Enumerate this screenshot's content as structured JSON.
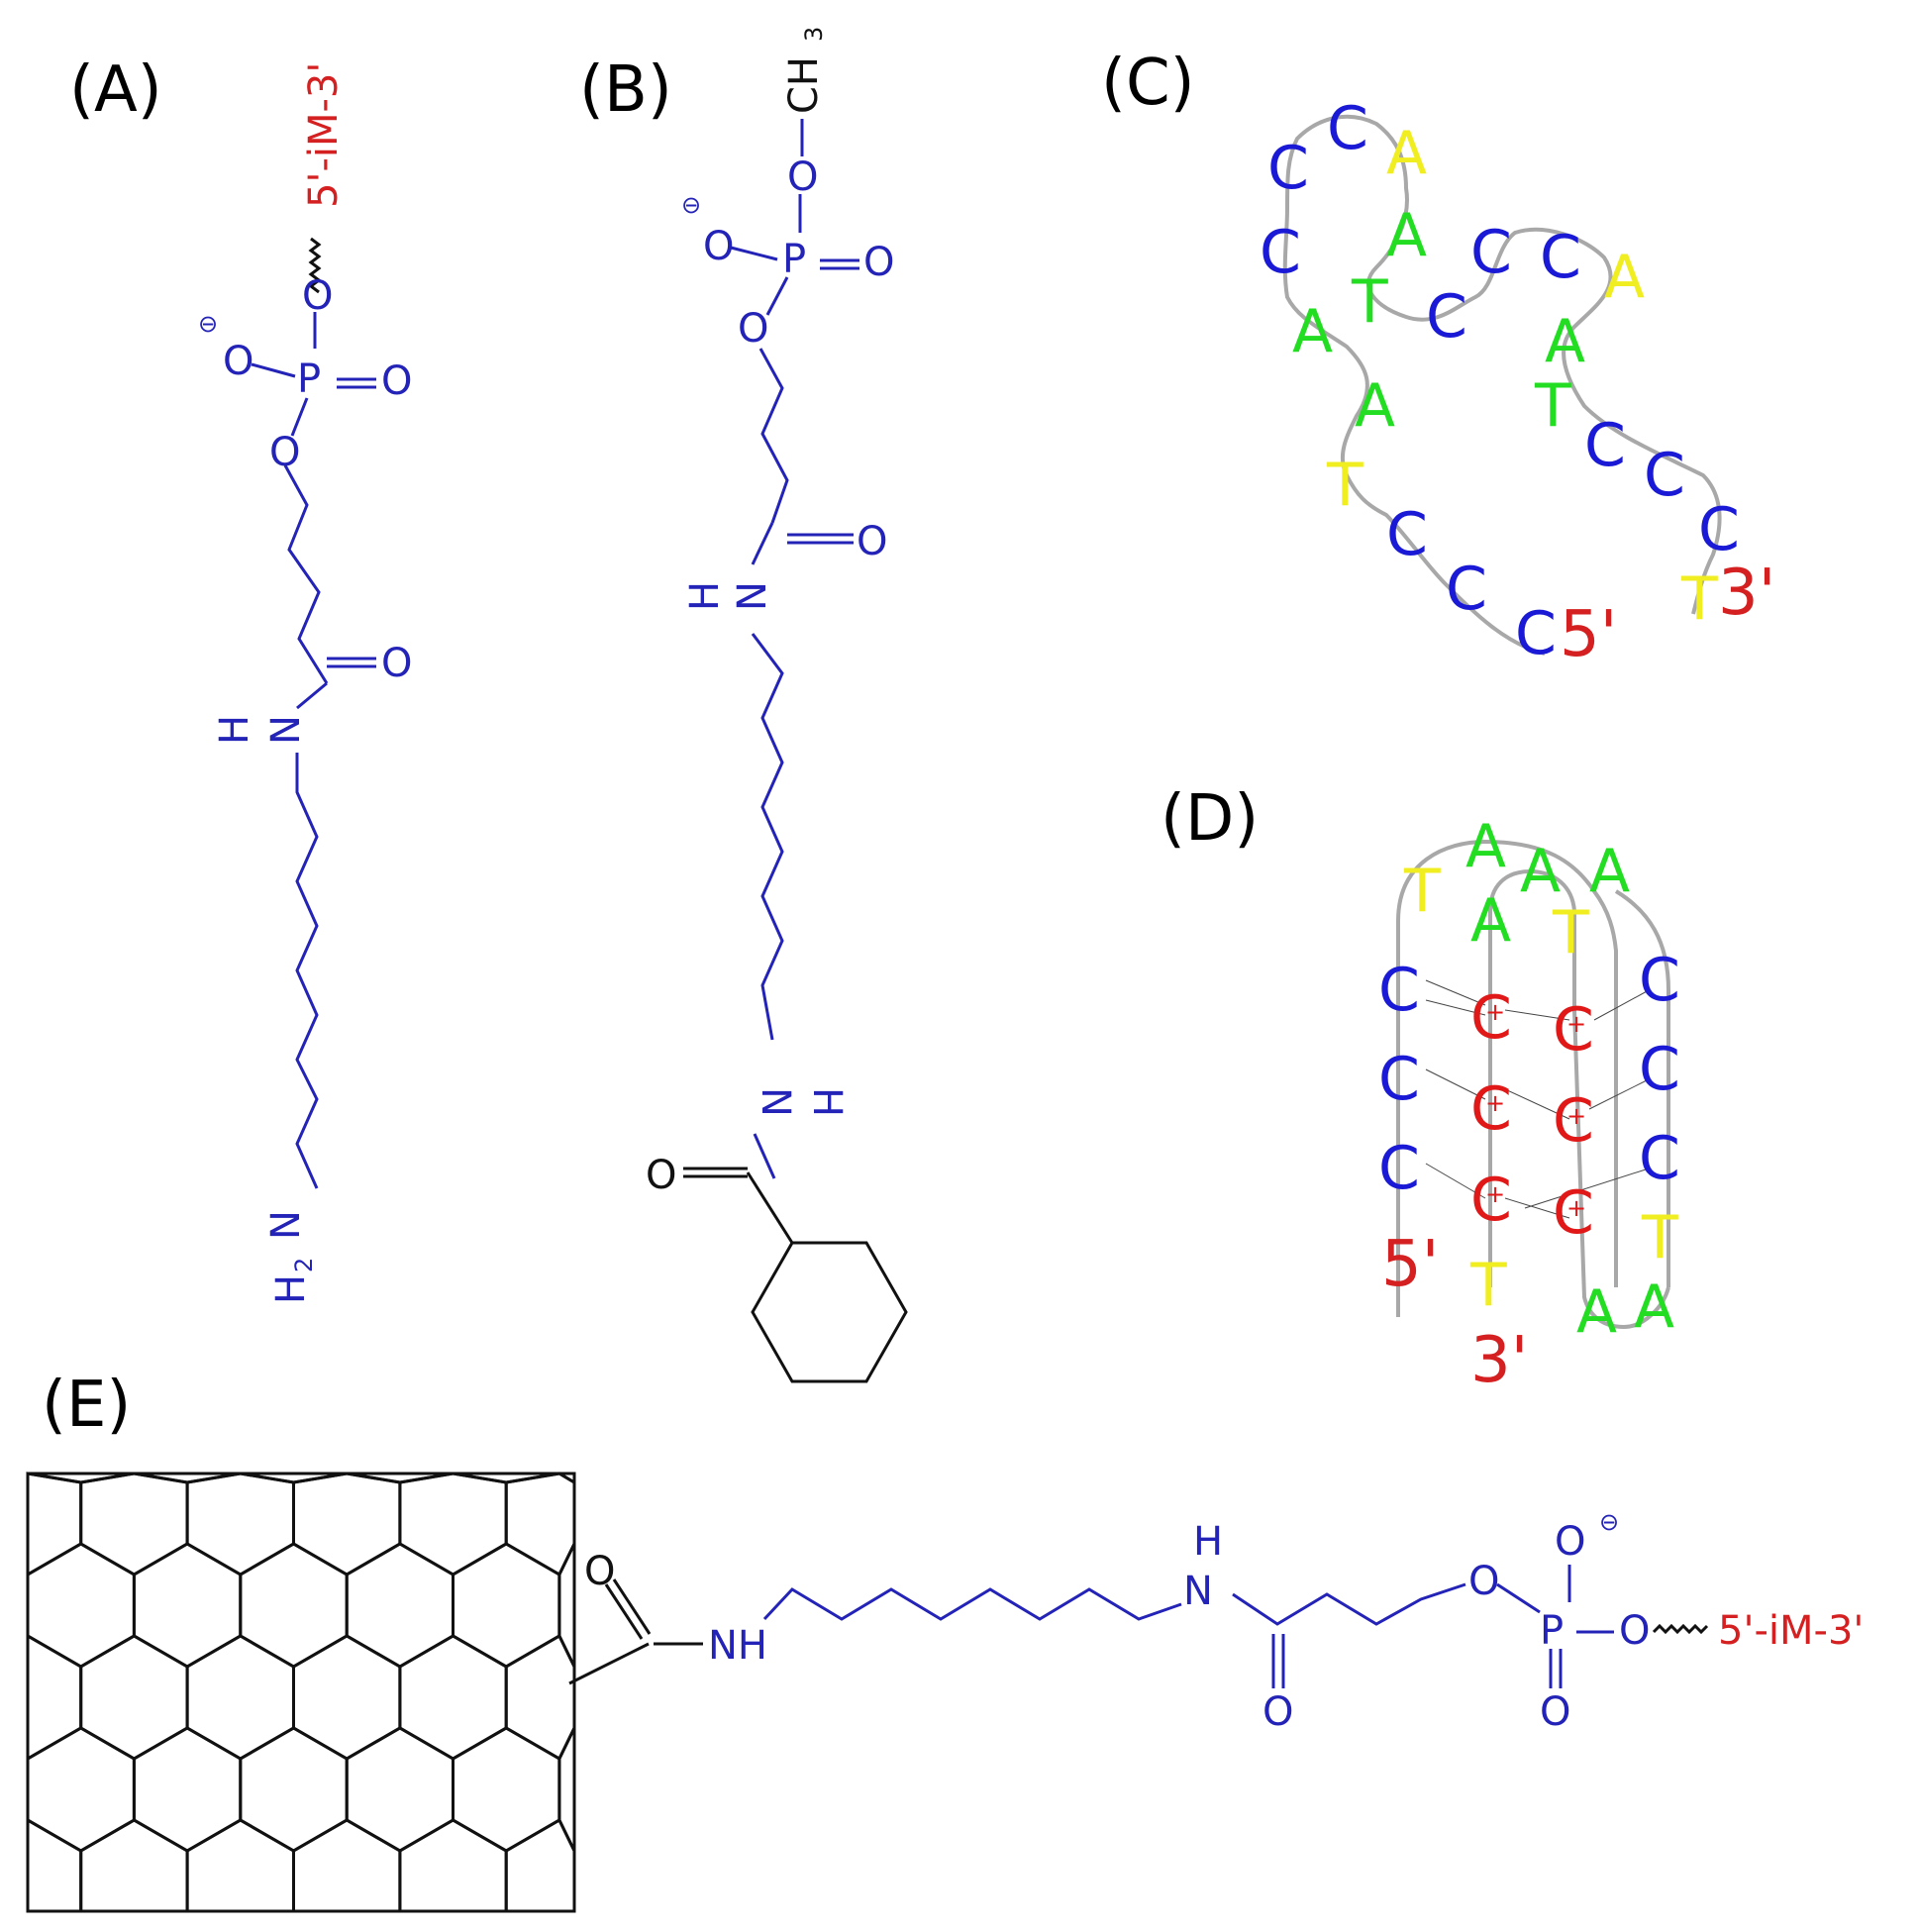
{
  "colors": {
    "linker": "#2323b8",
    "strand_label": "#d42020",
    "cytosine": "#1a1ad6",
    "adenine": "#22dd22",
    "thymine": "#f0ee20",
    "protonated_cytosine": "#e01818",
    "backbone": "#a8a8a8",
    "frame": "#111111"
  },
  "panels": {
    "a": {
      "label": "(A)",
      "strand": "5'-iM-3'",
      "phosphate_o_top": "O",
      "phosphate_o_left": "O",
      "phosphate_o_right": "O",
      "phosphate_o_bottom": "O",
      "phosphate_p": "P",
      "charge": "⊖",
      "amide_o": "O",
      "amide_n": "N",
      "amide_h": "H",
      "amine_h": "H",
      "amine_sub": "2",
      "amine_n": "N"
    },
    "b": {
      "label": "(B)",
      "methyl": "CH",
      "methyl_sub": "3",
      "phosphate_o_top": "O",
      "phosphate_o_left": "O",
      "phosphate_o_right": "O",
      "phosphate_o_bottom": "O",
      "phosphate_p": "P",
      "charge": "⊖",
      "amide1_o": "O",
      "amide1_n": "N",
      "amide1_h": "H",
      "amide2_n": "N",
      "amide2_h": "H",
      "amide2_o": "O"
    },
    "c": {
      "label": "(C)",
      "end5": "5'",
      "end3": "3'",
      "bases": [
        "C",
        "C",
        "C",
        "A",
        "A",
        "T",
        "C",
        "C",
        "C",
        "A",
        "A",
        "T",
        "C",
        "C",
        "C",
        "A",
        "A",
        "T",
        "C",
        "C",
        "C",
        "T"
      ]
    },
    "d": {
      "label": "(D)",
      "end5": "5'",
      "end3": "3'",
      "plus": "+",
      "outer_left": [
        "C",
        "C",
        "C"
      ],
      "outer_right": [
        "C",
        "C",
        "C"
      ],
      "inner_left": [
        "C",
        "C",
        "C"
      ],
      "inner_right": [
        "C",
        "C",
        "C"
      ],
      "loop_top": [
        "T",
        "A",
        "A",
        "A",
        "A",
        "T"
      ],
      "loop_bottom": [
        "T",
        "A",
        "A"
      ],
      "tail_3": "T"
    },
    "e": {
      "label": "(E)",
      "carbonyl_o": "O",
      "nh1": "NH",
      "n2": "N",
      "h2": "H",
      "amide_o": "O",
      "ester_o": "O",
      "p": "P",
      "o_top": "O",
      "o_bottom": "O",
      "o_right": "O",
      "charge": "⊖",
      "strand": "5'-iM-3'"
    }
  }
}
